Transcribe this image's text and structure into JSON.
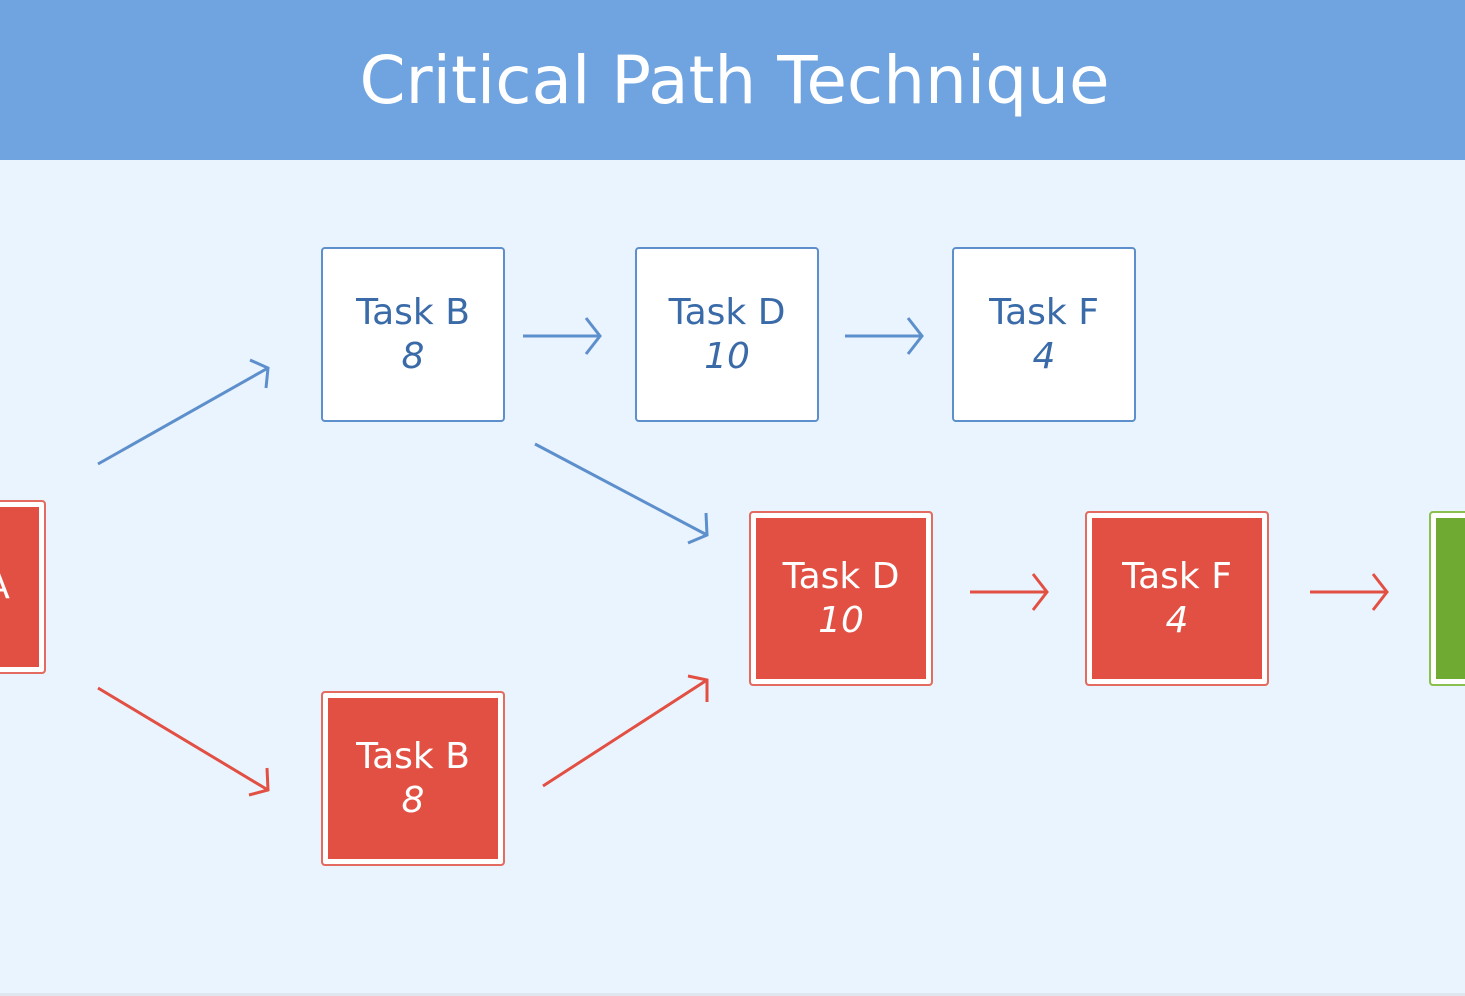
{
  "title": "Critical Path Technique",
  "colors": {
    "header": "#70a4e0",
    "background": "#eaf4fe",
    "non_critical": "#5d8fcc",
    "critical": "#e25044",
    "end": "#6faa33"
  },
  "nodes": {
    "task_a": {
      "name": "Task A",
      "duration": "",
      "status": "critical"
    },
    "top_task_b": {
      "name": "Task B",
      "duration": "8",
      "status": "non-critical"
    },
    "top_task_d": {
      "name": "Task D",
      "duration": "10",
      "status": "non-critical"
    },
    "top_task_f": {
      "name": "Task F",
      "duration": "4",
      "status": "non-critical"
    },
    "crit_task_d": {
      "name": "Task D",
      "duration": "10",
      "status": "critical"
    },
    "crit_task_f": {
      "name": "Task F",
      "duration": "4",
      "status": "critical"
    },
    "bottom_task_b": {
      "name": "Task B",
      "duration": "8",
      "status": "critical"
    },
    "end_node": {
      "name": "",
      "duration": "",
      "status": "end"
    }
  },
  "edges": [
    {
      "from": "task_a",
      "to": "top_task_b",
      "status": "non-critical"
    },
    {
      "from": "top_task_b",
      "to": "top_task_d",
      "status": "non-critical"
    },
    {
      "from": "top_task_d",
      "to": "top_task_f",
      "status": "non-critical"
    },
    {
      "from": "top_task_b",
      "to": "crit_task_d",
      "status": "non-critical"
    },
    {
      "from": "task_a",
      "to": "bottom_task_b",
      "status": "critical"
    },
    {
      "from": "bottom_task_b",
      "to": "crit_task_d",
      "status": "critical"
    },
    {
      "from": "crit_task_d",
      "to": "crit_task_f",
      "status": "critical"
    },
    {
      "from": "crit_task_f",
      "to": "end_node",
      "status": "critical"
    }
  ]
}
